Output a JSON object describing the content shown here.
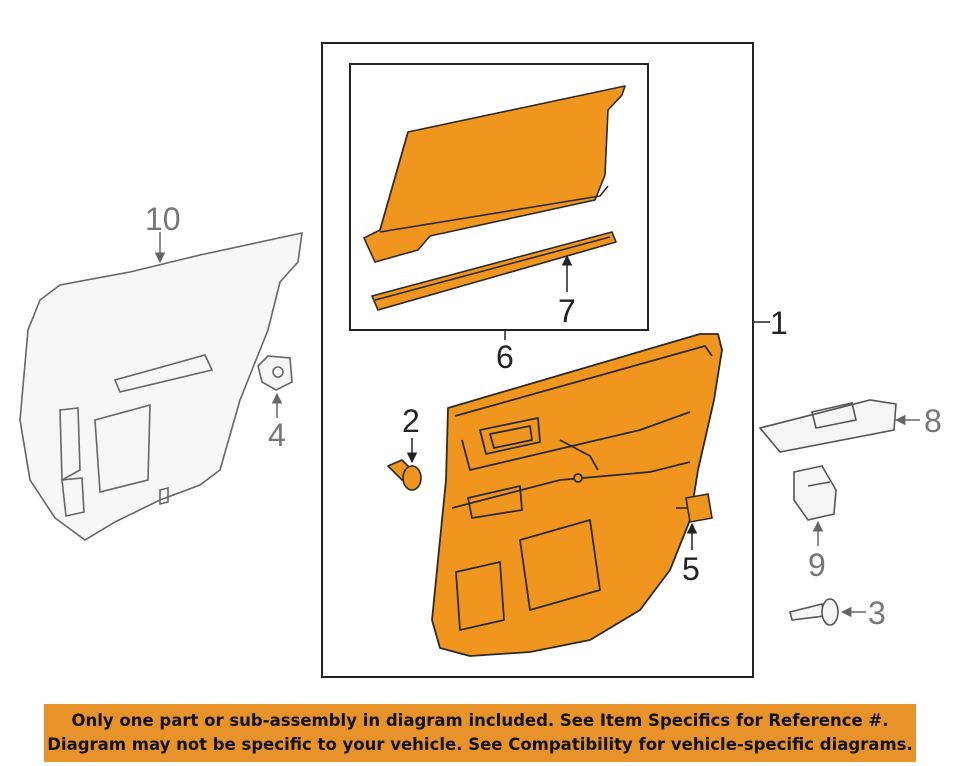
{
  "callouts": {
    "c1": "1",
    "c2": "2",
    "c3": "3",
    "c4": "4",
    "c5": "5",
    "c6": "6",
    "c7": "7",
    "c8": "8",
    "c9": "9",
    "c10": "10"
  },
  "colors": {
    "part_fill": "#f0961e",
    "part_stroke": "#2a2a2a",
    "gray_stroke": "#555555",
    "banner_bg": "#e8922a"
  },
  "banner": {
    "line1": "Only one part or sub-assembly in diagram included. See Item Specifics for Reference #.",
    "line2": "Diagram may not be specific to your vehicle. See Compatibility for vehicle-specific diagrams."
  }
}
